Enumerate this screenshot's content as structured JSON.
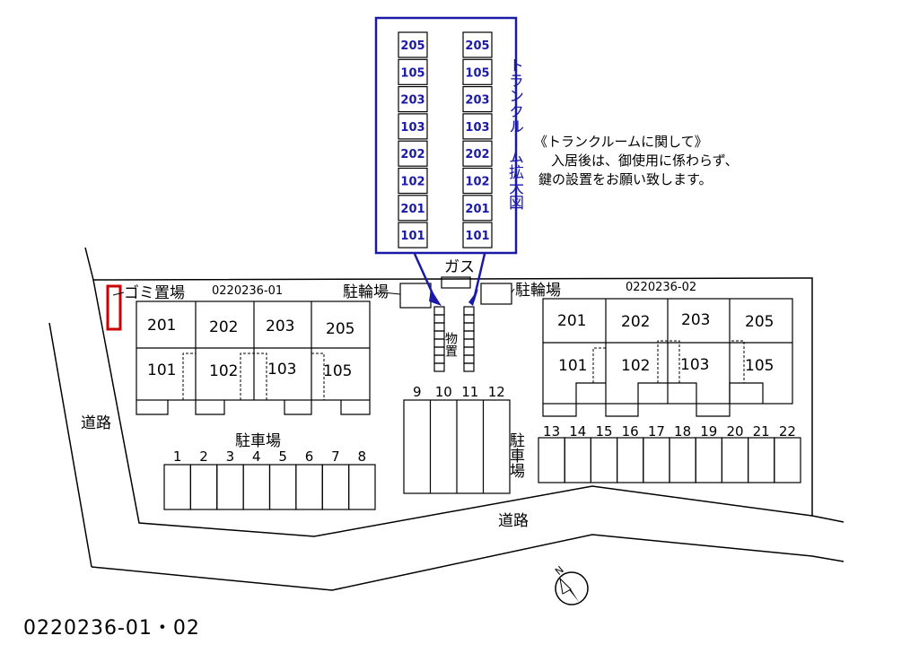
{
  "title": "0220236-01・02",
  "building_left": {
    "code": "0220236-01",
    "units_upper": [
      "201",
      "202",
      "203",
      "205"
    ],
    "units_lower": [
      "101",
      "102",
      "103",
      "105"
    ]
  },
  "building_right": {
    "code": "0220236-02",
    "units_upper": [
      "201",
      "202",
      "203",
      "205"
    ],
    "units_lower": [
      "101",
      "102",
      "103",
      "105"
    ]
  },
  "trunk_room": {
    "title": "トランクルーム拡大図",
    "left_column": [
      "205",
      "105",
      "203",
      "103",
      "202",
      "102",
      "201",
      "101"
    ],
    "right_column": [
      "205",
      "105",
      "203",
      "103",
      "202",
      "102",
      "201",
      "101"
    ]
  },
  "note": {
    "line1": "《トランクルームに関して》",
    "line2": "入居後は、御使用に係わらず、",
    "line3": "鍵の設置をお願い致します。"
  },
  "labels": {
    "garbage": "ゴミ置場",
    "gas": "ガス",
    "bike_left": "駐輪場",
    "bike_right": "駐輪場",
    "storage": "物置",
    "parking_left": "駐車場",
    "parking_right": "駐車場",
    "road_left": "道路",
    "road_bottom": "道路"
  },
  "parking_left_numbers": [
    "1",
    "2",
    "3",
    "4",
    "5",
    "6",
    "7",
    "8"
  ],
  "parking_center_numbers": [
    "9",
    "10",
    "11",
    "12"
  ],
  "parking_right_numbers": [
    "13",
    "14",
    "15",
    "16",
    "17",
    "18",
    "19",
    "20",
    "21",
    "22"
  ],
  "colors": {
    "callout": "#1a1aa6",
    "garbage_box": "#cc0000"
  },
  "icons": {
    "compass": "north-arrow-icon"
  }
}
